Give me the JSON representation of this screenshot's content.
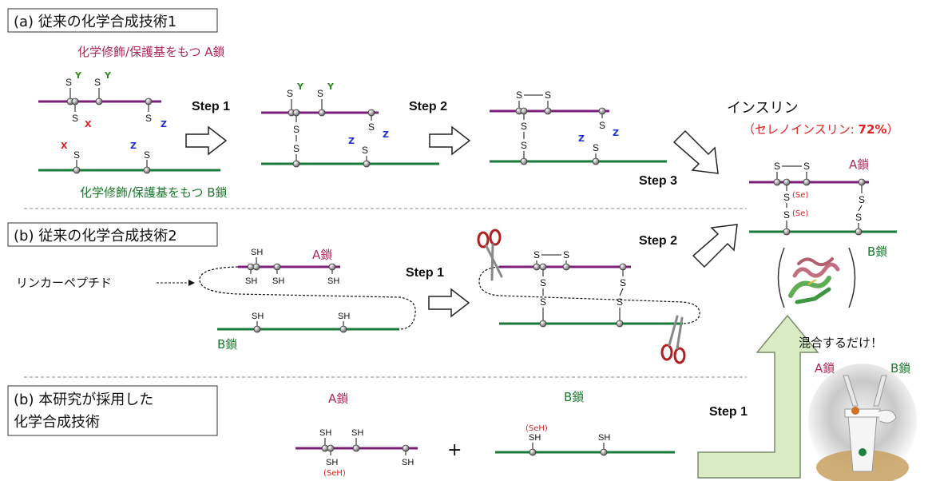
{
  "colors": {
    "a_chain": "#7b1f7a",
    "b_chain": "#1a7a3c",
    "a_label": "#b0295a",
    "b_label": "#1c7a2e",
    "y_group": "#2e8b1e",
    "x_group": "#e02020",
    "z_group": "#1a2fcf",
    "red_text": "#e02020",
    "big_arrow": "#d9ecc4"
  },
  "panel_a": {
    "title": "(a) 従来の化学合成技術1",
    "a_chain_label": "化学修飾/保護基をもつ A鎖",
    "b_chain_label": "化学修飾/保護基をもつ B鎖",
    "step1": "Step 1",
    "step2": "Step 2",
    "step3": "Step 3"
  },
  "panel_b": {
    "title": "(b) 従来の化学合成技術2",
    "linker_label": "リンカーペプチド",
    "a_label": "A鎖",
    "b_label": "B鎖",
    "step1": "Step 1",
    "step2": "Step 2"
  },
  "panel_c": {
    "title_line1": "(b) 本研究が採用した",
    "title_line2": "化学合成技術",
    "a_label": "A鎖",
    "b_label": "B鎖",
    "plus": "+",
    "seh": "(SeH)",
    "step1": "Step 1",
    "mix_label": "混合するだけ！",
    "tube_a": "A鎖",
    "tube_b": "B鎖"
  },
  "product": {
    "title": "インスリン",
    "subtitle_prefix": "（セレノインスリン: ",
    "subtitle_yield": "72%",
    "subtitle_suffix": "）",
    "a_label": "A鎖",
    "b_label": "B鎖",
    "se1": "(Se)",
    "se2": "(Se)"
  },
  "atoms": {
    "S": "S",
    "SH": "SH",
    "X": "X",
    "Y": "Y",
    "Z": "Z"
  }
}
